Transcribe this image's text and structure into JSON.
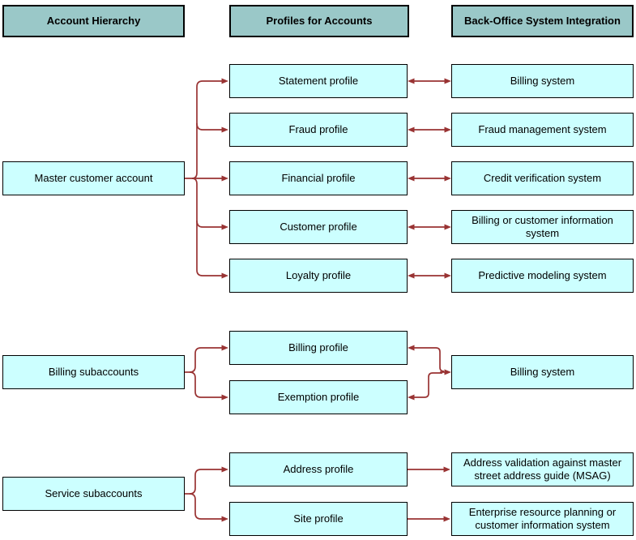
{
  "headers": {
    "account_hierarchy": "Account Hierarchy",
    "profiles_for_accounts": "Profiles for Accounts",
    "back_office": "Back-Office System Integration"
  },
  "section1": {
    "account": "Master customer account",
    "connection": "bidirectional",
    "rows": [
      {
        "profile": "Statement profile",
        "system": "Billing system"
      },
      {
        "profile": "Fraud profile",
        "system": "Fraud management system"
      },
      {
        "profile": "Financial profile",
        "system": "Credit verification system"
      },
      {
        "profile": "Customer profile",
        "system": "Billing or customer information system"
      },
      {
        "profile": "Loyalty profile",
        "system": "Predictive modeling system"
      }
    ]
  },
  "section2": {
    "account": "Billing subaccounts",
    "connection": "bidirectional",
    "profiles": [
      "Billing profile",
      "Exemption profile"
    ],
    "system": "Billing system"
  },
  "section3": {
    "account": "Service subaccounts",
    "connection": "one-way",
    "rows": [
      {
        "profile": "Address profile",
        "system": "Address validation against master street address guide (MSAG)"
      },
      {
        "profile": "Site profile",
        "system": "Enterprise resource planning or customer information system"
      }
    ]
  },
  "colors": {
    "header_fill": "#9ac8c8",
    "box_fill": "#ccffff",
    "border": "#000000",
    "arrow": "#993333"
  }
}
